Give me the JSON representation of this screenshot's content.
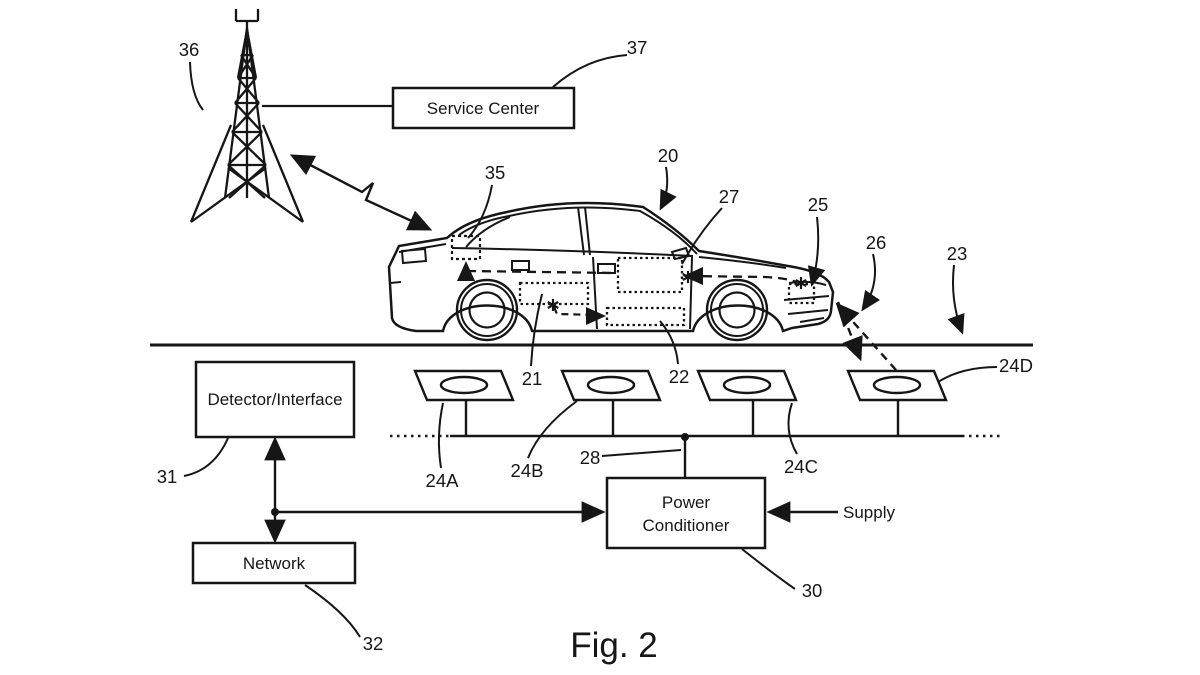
{
  "figure": {
    "caption": "Fig. 2"
  },
  "boxes": {
    "service_center": "Service Center",
    "detector_interface": "Detector/Interface",
    "network": "Network",
    "power_conditioner_line1": "Power",
    "power_conditioner_line2": "Conditioner"
  },
  "labels": {
    "supply": "Supply",
    "n20": "20",
    "n21": "21",
    "n22": "22",
    "n23": "23",
    "n24a": "24A",
    "n24b": "24B",
    "n24c": "24C",
    "n24d": "24D",
    "n25": "25",
    "n26": "26",
    "n27": "27",
    "n28": "28",
    "n30": "30",
    "n31": "31",
    "n32": "32",
    "n35": "35",
    "n36": "36",
    "n37": "37"
  },
  "colors": {
    "ink": "#161616",
    "background": "#ffffff"
  }
}
